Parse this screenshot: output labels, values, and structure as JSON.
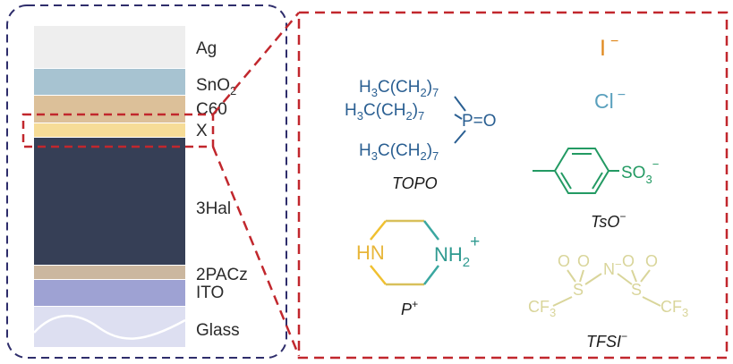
{
  "device_stack": {
    "layers": [
      {
        "id": "ag",
        "label": "Ag",
        "color": "#eeeeee"
      },
      {
        "id": "sno2",
        "label": "SnO",
        "sub": "2",
        "color": "#a7c3d1"
      },
      {
        "id": "c60",
        "label": "C60",
        "color": "#dcc099"
      },
      {
        "id": "x",
        "label": "X",
        "color": "#f6dc97"
      },
      {
        "id": "3hal",
        "label": "3Hal",
        "color": "#363f56"
      },
      {
        "id": "2pacz",
        "label": "2PACz",
        "color": "#cbb79f"
      },
      {
        "id": "ito",
        "label": "ITO",
        "color": "#9ea2d3"
      },
      {
        "id": "glass",
        "label": "Glass",
        "color": "#dddff1"
      }
    ]
  },
  "colors": {
    "left_frame": "#2e2d6b",
    "zoom_frame": "#c1272d",
    "topo": "#2a5f92",
    "iodide": "#e08a20",
    "chloride": "#5aa0bd",
    "tso": "#239a63",
    "tfsi": "#d9d59a",
    "pip_yellow": "#f0c030",
    "pip_teal": "#3aa7a0"
  },
  "molecules": {
    "iodide": {
      "symbol": "I",
      "charge": "−"
    },
    "chloride": {
      "symbol": "Cl",
      "charge": "−"
    },
    "topo": {
      "chain_label": "H",
      "chain_sub3": "3",
      "chain_mid": "C(CH",
      "chain_sub2": "2",
      "chain_close": ")",
      "chain_n": "7",
      "p_label": "P=O",
      "caption": "TOPO"
    },
    "tso": {
      "group": "SO",
      "group_sub": "3",
      "charge": "−",
      "caption": "TsO",
      "caption_sup": "−"
    },
    "piperazinium": {
      "nh_left": "HN",
      "nh_right": "NH",
      "right_sub": "2",
      "charge": "+",
      "caption": "P",
      "caption_sup": "+"
    },
    "tfsi": {
      "n_label": "N",
      "n_charge": "−",
      "s_label": "S",
      "o_label": "O",
      "cf3_label": "CF",
      "cf3_sub": "3",
      "caption": "TFSI",
      "caption_sup": "−"
    }
  }
}
